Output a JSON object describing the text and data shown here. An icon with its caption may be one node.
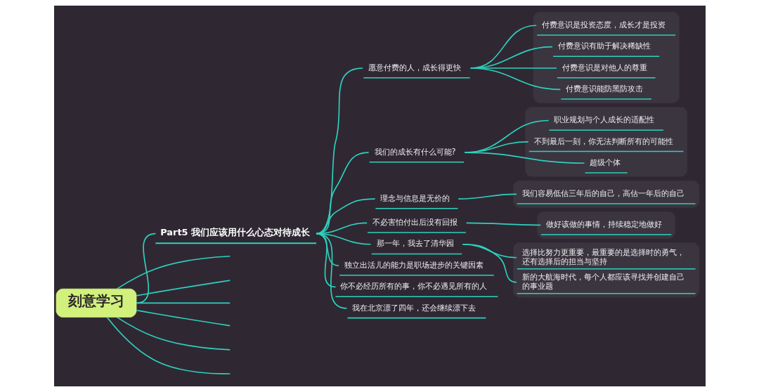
{
  "diagram": {
    "nodes": [
      {
        "text": [
          "刻意学习"
        ]
      },
      {
        "text": [
          "Part5 我们应该用什么心态对待成长"
        ]
      },
      {
        "text": [
          "愿意付费的人，成长得更快"
        ]
      },
      {
        "text": [],
        "shape": "box"
      },
      {
        "text": [
          "付费意识是投资态度，成长才是投资"
        ],
        "in": 3
      },
      {
        "text": [
          "付费意识有助于解决稀缺性"
        ],
        "in": 3
      },
      {
        "text": [
          "付费意识是对他人的尊重"
        ],
        "in": 3
      },
      {
        "text": [
          "付费意识能防黑防攻击"
        ],
        "in": 3
      },
      {
        "text": [
          "我们的成长有什么可能?"
        ]
      },
      {
        "text": [],
        "shape": "box"
      },
      {
        "text": [
          "职业规划与个人成长的适配性"
        ],
        "in": 9
      },
      {
        "text": [
          "不到最后一刻，你无法判断所有的可能性"
        ],
        "in": 9
      },
      {
        "text": [
          "超级个体"
        ],
        "in": 9
      },
      {
        "text": [
          "理念与信息是无价的"
        ]
      },
      {
        "text": [],
        "shape": "box"
      },
      {
        "text": [
          "我们容易低估三年后的自己，高估一年后的自己"
        ],
        "in": 14
      },
      {
        "text": [
          "不必害怕付出后没有回报"
        ]
      },
      {
        "text": [],
        "shape": "box"
      },
      {
        "text": [
          "做好该做的事情，持续稳定地做好"
        ],
        "in": 17
      },
      {
        "text": [
          "那一年，我去了清华园"
        ]
      },
      {
        "text": [],
        "shape": "box"
      },
      {
        "text": [
          "选择比努力更重要，最重要的是选择时的勇气，还有选择后的担当与坚持"
        ],
        "in": 20
      },
      {
        "text": [
          "新的大航海时代，每个人都应该寻找并创建自己的事业题"
        ],
        "in": 20
      },
      {
        "text": [
          "独立出活儿的能力是职场进步的关键因素"
        ]
      },
      {
        "text": [
          "你不必经历所有的事，你不必遇见所有的人"
        ]
      },
      {
        "text": [
          "我在北京漂了四年，还会继续漂下去"
        ]
      }
    ],
    "edges": [
      {
        "from": 0,
        "to": null,
        "arrow": "none"
      },
      {
        "from": 0,
        "to": null,
        "arrow": "none"
      },
      {
        "from": 0,
        "to": null,
        "arrow": "none"
      },
      {
        "from": 0,
        "to": null,
        "arrow": "none"
      },
      {
        "from": 0,
        "to": null,
        "arrow": "none"
      },
      {
        "from": 0,
        "to": null,
        "arrow": "none"
      },
      {
        "from": 0,
        "to": 1,
        "arrow": "none"
      },
      {
        "from": 1,
        "to": 2,
        "arrow": "none"
      },
      {
        "from": 2,
        "to": 4,
        "arrow": "none"
      },
      {
        "from": 2,
        "to": 5,
        "arrow": "none"
      },
      {
        "from": 2,
        "to": 6,
        "arrow": "none"
      },
      {
        "from": 2,
        "to": 7,
        "arrow": "none"
      },
      {
        "from": 1,
        "to": 8,
        "arrow": "none"
      },
      {
        "from": 8,
        "to": 10,
        "arrow": "none"
      },
      {
        "from": 8,
        "to": 11,
        "arrow": "none"
      },
      {
        "from": 8,
        "to": 12,
        "arrow": "none"
      },
      {
        "from": 1,
        "to": 13,
        "arrow": "none"
      },
      {
        "from": 13,
        "to": 15,
        "arrow": "none"
      },
      {
        "from": 1,
        "to": 16,
        "arrow": "none"
      },
      {
        "from": 16,
        "to": 18,
        "arrow": "none"
      },
      {
        "from": 1,
        "to": 19,
        "arrow": "none"
      },
      {
        "from": 19,
        "to": 21,
        "arrow": "none"
      },
      {
        "from": 19,
        "to": 22,
        "arrow": "none"
      },
      {
        "from": 1,
        "to": 23,
        "arrow": "none"
      },
      {
        "from": 1,
        "to": 24,
        "arrow": "none"
      },
      {
        "from": 1,
        "to": 25,
        "arrow": "none"
      }
    ]
  }
}
